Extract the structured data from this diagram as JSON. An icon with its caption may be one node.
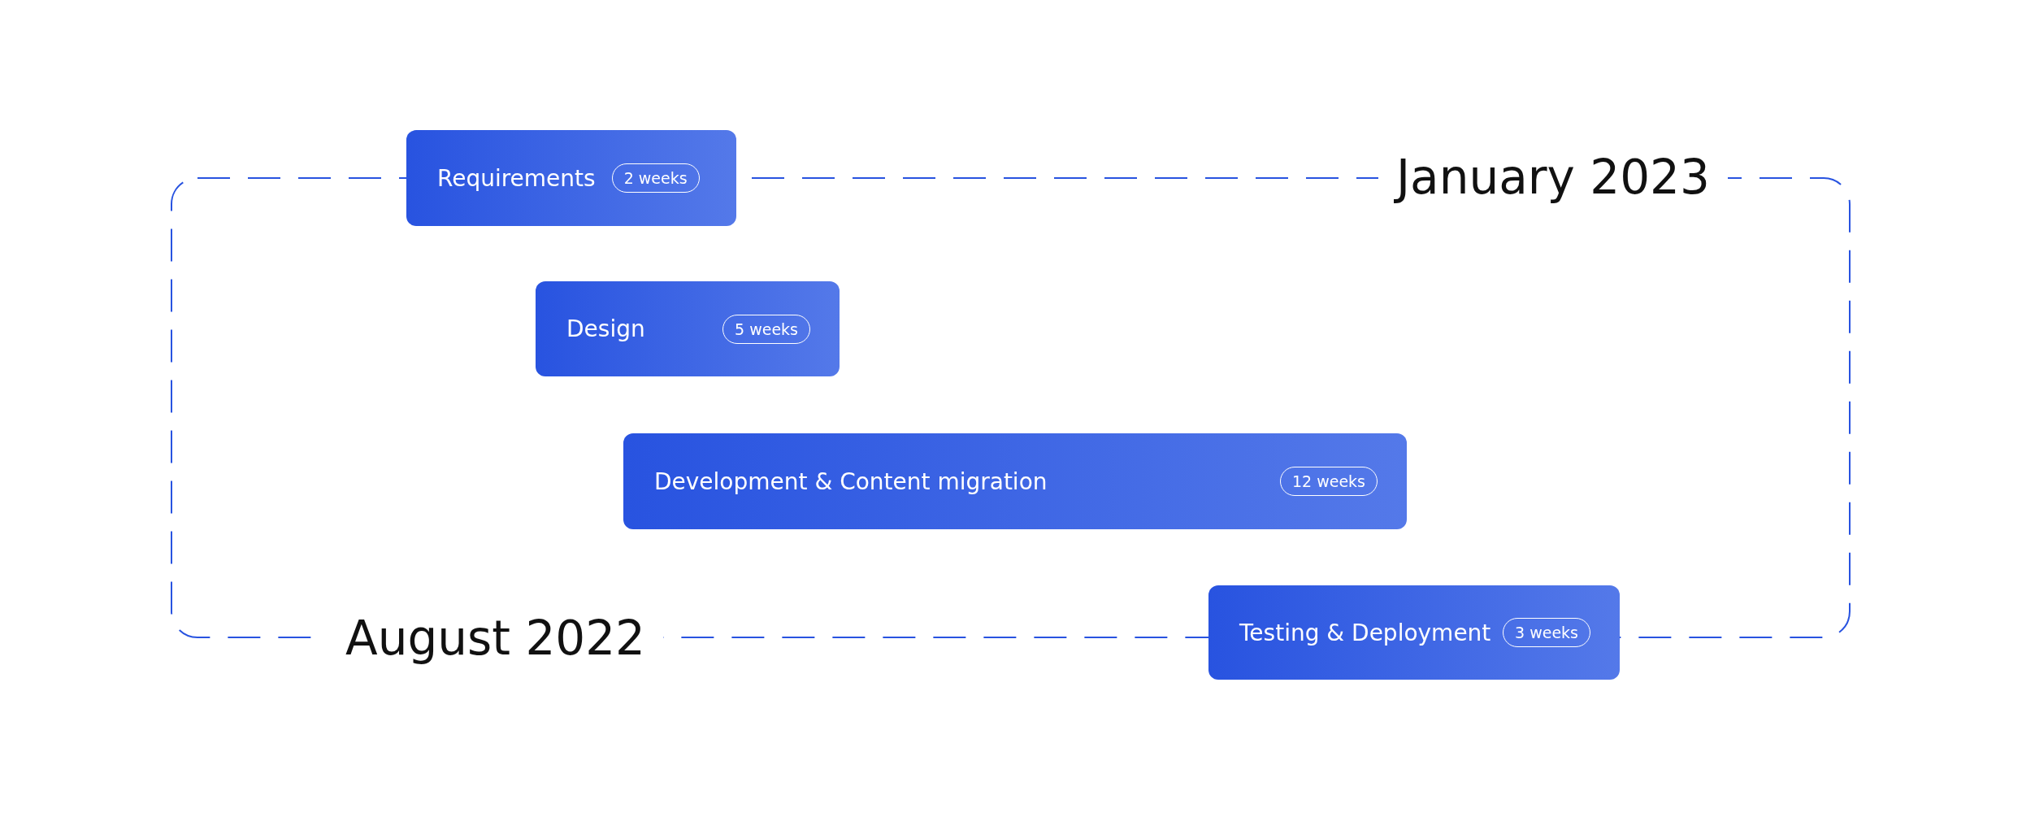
{
  "diagram": {
    "nodes": [
      {
        "text": [
          "Requirements",
          "2 weeks"
        ]
      },
      {
        "text": [
          "Design",
          "5 weeks"
        ]
      },
      {
        "text": [
          "Development & Content migration",
          "12 weeks"
        ]
      },
      {
        "text": [
          "Testing & Deployment",
          "3 weeks"
        ]
      }
    ],
    "labels": [
      "January 2023",
      "August 2022"
    ]
  }
}
